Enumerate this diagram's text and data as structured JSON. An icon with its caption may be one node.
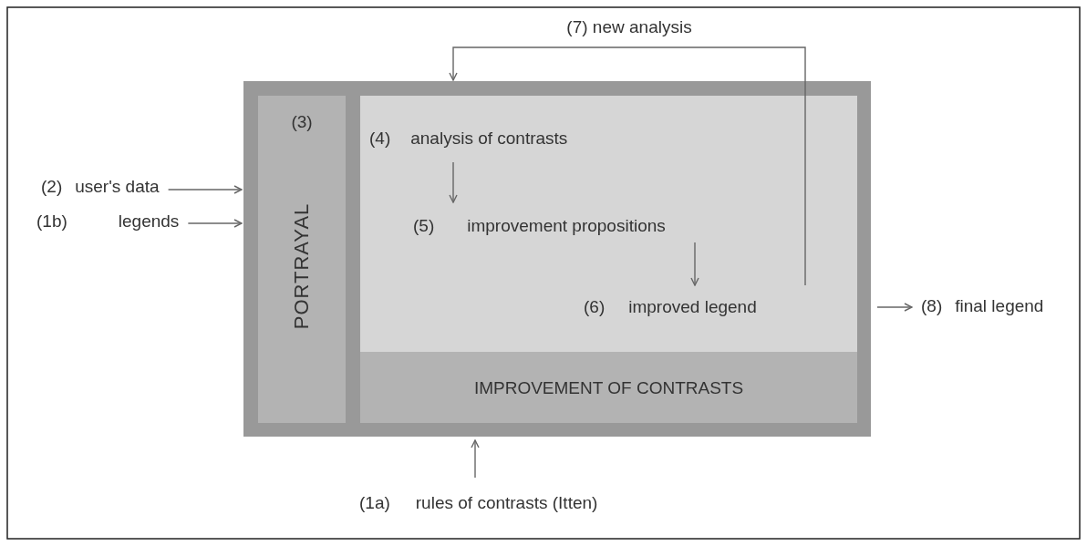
{
  "diagram": {
    "nodes": [
      {
        "text": [],
        "shape": "box"
      },
      {
        "text": [
          "(3)",
          "PORTRAYAL"
        ],
        "in": 0
      },
      {
        "text": [
          "IMPROVEMENT OF CONTRASTS"
        ],
        "in": 0
      },
      {
        "text": [],
        "shape": "box",
        "in": 2
      },
      {
        "text": [
          "(4)",
          "analysis of contrasts"
        ],
        "in": 3
      },
      {
        "text": [
          "(5)",
          "improvement propositions"
        ],
        "in": 3
      },
      {
        "text": [
          "(6)",
          "improved legend"
        ],
        "in": 3
      },
      {
        "text": [
          "(2)",
          "user's data"
        ]
      },
      {
        "text": [
          "(1b)",
          "legends"
        ]
      },
      {
        "text": [
          "(1a)",
          "rules of contrasts (Itten)"
        ]
      },
      {
        "text": [
          "(8)",
          "final legend"
        ]
      }
    ],
    "edges": [
      {
        "from": 7,
        "to": 0,
        "arrow": "to"
      },
      {
        "from": 8,
        "to": 0,
        "arrow": "to"
      },
      {
        "from": 9,
        "to": 0,
        "arrow": "to"
      },
      {
        "from": 4,
        "to": 5,
        "arrow": "to"
      },
      {
        "from": 5,
        "to": 6,
        "arrow": "to"
      },
      {
        "from": 6,
        "to": 0,
        "arrow": "to",
        "label": "(7) new analysis"
      },
      {
        "from": 0,
        "to": 10,
        "arrow": "to"
      }
    ]
  }
}
